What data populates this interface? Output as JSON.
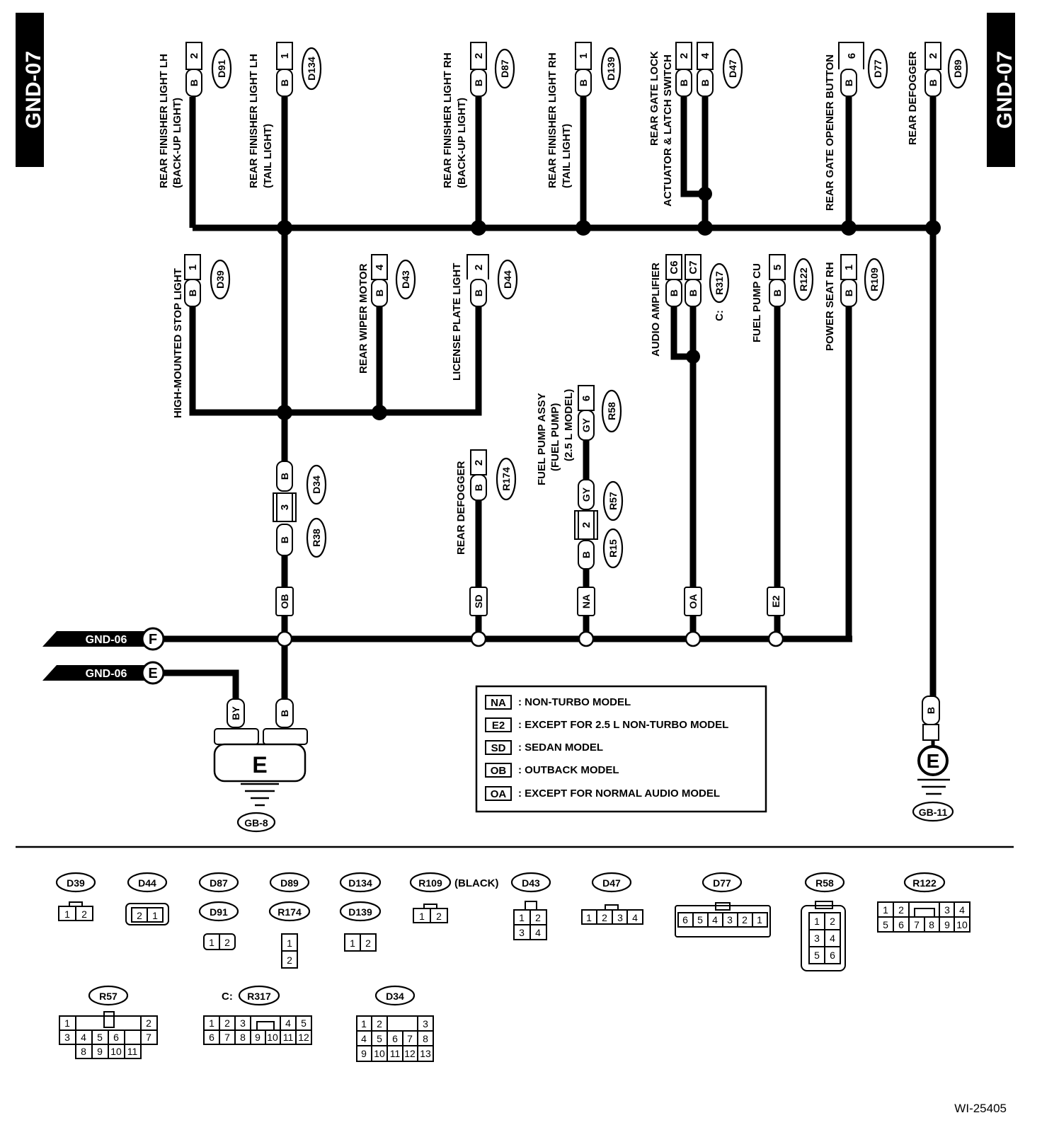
{
  "page_code": "GND-07",
  "figure_code": "WI-25405",
  "ground_labels": {
    "top_connector": "E",
    "gb8_connector": "E",
    "gb8": "GB-8",
    "gb11": "GB-11"
  },
  "off_page": [
    {
      "label": "GND-06",
      "letter": "F"
    },
    {
      "label": "GND-06",
      "letter": "E"
    }
  ],
  "components": [
    {
      "id": "rfl_lh_bu",
      "name": "REAR FINISHER LIGHT LH",
      "sub": "(BACK-UP LIGHT)",
      "pin": "2",
      "wire": "B",
      "conn": "D91"
    },
    {
      "id": "rfl_lh_tl",
      "name": "REAR FINISHER LIGHT LH",
      "sub": "(TAIL LIGHT)",
      "pin": "1",
      "wire": "B",
      "conn": "D134"
    },
    {
      "id": "rfl_rh_bu",
      "name": "REAR FINISHER LIGHT RH",
      "sub": "(BACK-UP LIGHT)",
      "pin": "2",
      "wire": "B",
      "conn": "D87"
    },
    {
      "id": "rfl_rh_tl",
      "name": "REAR FINISHER LIGHT RH",
      "sub": "(TAIL LIGHT)",
      "pin": "1",
      "wire": "B",
      "conn": "D139"
    },
    {
      "id": "rg_lock",
      "name": "REAR GATE LOCK",
      "sub": "ACTUATOR & LATCH SWITCH",
      "pins": [
        "2",
        "4"
      ],
      "wire": "B",
      "conn": "D47"
    },
    {
      "id": "rg_opener",
      "name": "REAR GATE OPENER BUTTON",
      "pin": "6",
      "wire": "B",
      "conn": "D77"
    },
    {
      "id": "rdef_top",
      "name": "REAR DEFOGGER",
      "pin": "2",
      "wire": "B",
      "conn": "D89"
    },
    {
      "id": "hmsl",
      "name": "HIGH-MOUNTED STOP LIGHT",
      "pin": "1",
      "wire": "B",
      "conn": "D39"
    },
    {
      "id": "rwiper",
      "name": "REAR WIPER MOTOR",
      "pin": "4",
      "wire": "B",
      "conn": "D43"
    },
    {
      "id": "lic",
      "name": "LICENSE PLATE LIGHT",
      "pin": "2",
      "wire": "B",
      "conn": "D44"
    },
    {
      "id": "audio",
      "name": "AUDIO AMPLIFIER",
      "pins": [
        "C6",
        "C7"
      ],
      "wire": "B",
      "conn": "R317",
      "conn_prefix": "C:"
    },
    {
      "id": "fpcu",
      "name": "FUEL PUMP CU",
      "pin": "5",
      "wire": "B",
      "conn": "R122"
    },
    {
      "id": "pseat",
      "name": "POWER SEAT RH",
      "pin": "1",
      "wire": "B",
      "conn": "R109"
    },
    {
      "id": "rdef_sd",
      "name": "REAR DEFOGGER",
      "pin": "2",
      "wire": "B",
      "conn": "R174"
    },
    {
      "id": "fpump",
      "name": "FUEL PUMP ASSY",
      "sub": "(FUEL PUMP)",
      "sub2": "(2.5 L MODEL)",
      "pin": "6",
      "wire": "GY",
      "conn": "R58"
    }
  ],
  "inline_joints": [
    {
      "pin": "3",
      "upper_wire": "B",
      "lower_wire": "B",
      "upper_conn": "D34",
      "lower_conn": "R38"
    },
    {
      "pin": "2",
      "upper_wire": "GY",
      "lower_wire": "B",
      "upper_conn": "R57",
      "lower_conn": "R15"
    }
  ],
  "wire_codes": {
    "ob": "OB",
    "sd": "SD",
    "na": "NA",
    "oa": "OA",
    "e2": "E2",
    "by": "BY",
    "b": "B",
    "b2": "B"
  },
  "legend": [
    {
      "code": "NA",
      "text": ": NON-TURBO MODEL"
    },
    {
      "code": "E2",
      "text": ": EXCEPT FOR 2.5 L NON-TURBO MODEL"
    },
    {
      "code": "SD",
      "text": ": SEDAN MODEL"
    },
    {
      "code": "OB",
      "text": ": OUTBACK MODEL"
    },
    {
      "code": "OA",
      "text": ": EXCEPT FOR NORMAL AUDIO MODEL"
    }
  ],
  "connector_views": {
    "d39": "D39",
    "d44": "D44",
    "d87": "D87",
    "d91": "D91",
    "d89": "D89",
    "r174": "R174",
    "d134": "D134",
    "d139": "D139",
    "r109": "R109",
    "r109_note": "(BLACK)",
    "d43": "D43",
    "d47": "D47",
    "d77": "D77",
    "r58": "R58",
    "r122": "R122",
    "r57": "R57",
    "r317": "R317",
    "r317_prefix": "C:",
    "d34": "D34"
  },
  "connector_pins": {
    "d39": [
      "1",
      "2"
    ],
    "d44": [
      "2",
      "1"
    ],
    "d91": [
      "1",
      "2"
    ],
    "r174": [
      "1",
      "2"
    ],
    "d134": [
      "1",
      "2"
    ],
    "r109": [
      "1",
      "2"
    ],
    "d43": [
      "1",
      "2",
      "3",
      "4"
    ],
    "d47": [
      "1",
      "2",
      "3",
      "4"
    ],
    "d77": [
      "6",
      "5",
      "4",
      "3",
      "2",
      "1"
    ],
    "r58": [
      "1",
      "2",
      "3",
      "4",
      "5",
      "6"
    ],
    "r122": [
      "1",
      "2",
      "3",
      "4",
      "5",
      "6",
      "7",
      "8",
      "9",
      "10"
    ],
    "r57": [
      "1",
      "2",
      "3",
      "4",
      "5",
      "6",
      "7",
      "8",
      "9",
      "10",
      "11"
    ],
    "r317": [
      "1",
      "2",
      "3",
      "4",
      "5",
      "6",
      "7",
      "8",
      "9",
      "10",
      "11",
      "12"
    ],
    "d34": [
      "1",
      "2",
      "3",
      "4",
      "5",
      "6",
      "7",
      "8",
      "9",
      "10",
      "11",
      "12",
      "13"
    ]
  }
}
